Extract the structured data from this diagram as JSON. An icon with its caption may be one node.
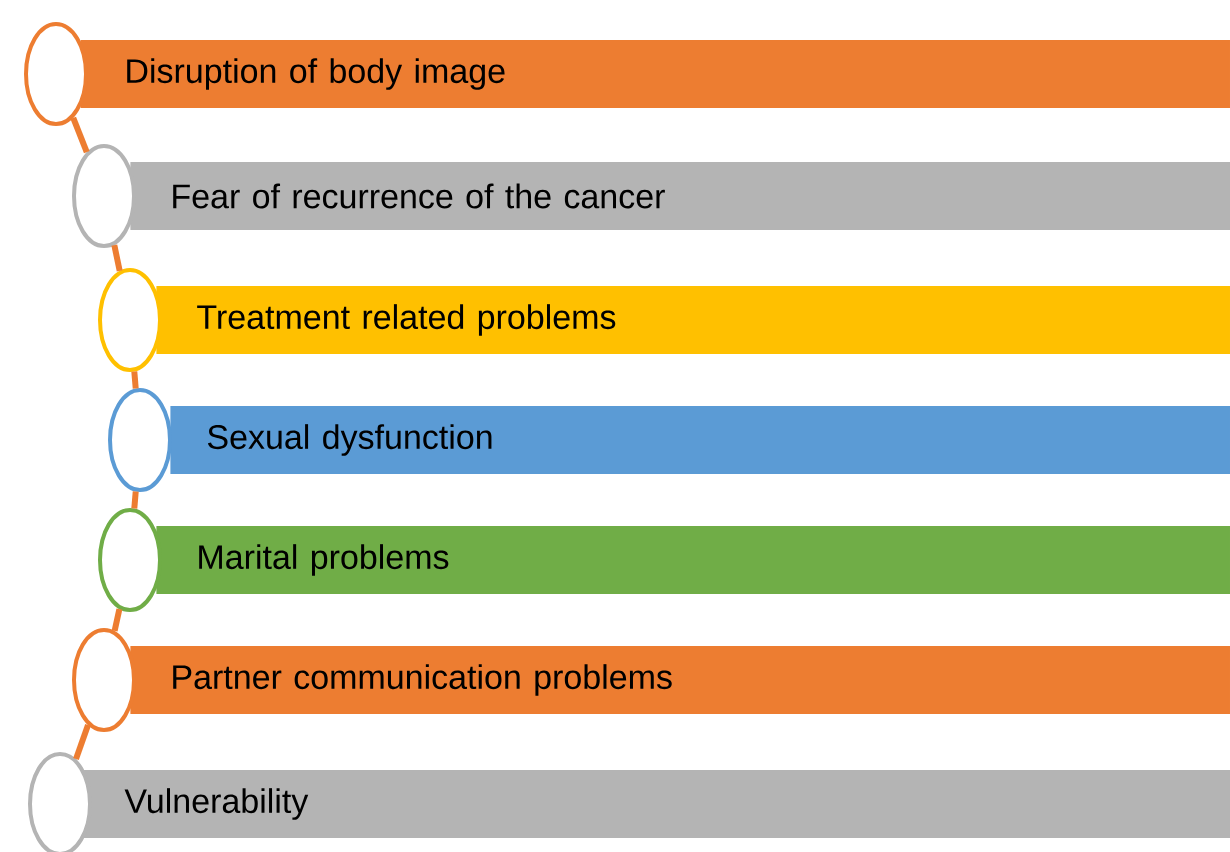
{
  "diagram": {
    "nodes": [
      {
        "text": [],
        "shape": "circle"
      },
      {
        "text": [
          "Disruption of body image"
        ]
      },
      {
        "text": [],
        "shape": "circle"
      },
      {
        "text": [
          "Fear of recurrence of the cancer"
        ]
      },
      {
        "text": [],
        "shape": "circle"
      },
      {
        "text": [
          "Treatment related problems"
        ]
      },
      {
        "text": [],
        "shape": "circle"
      },
      {
        "text": [
          "Sexual dysfunction"
        ]
      },
      {
        "text": [],
        "shape": "circle"
      },
      {
        "text": [
          "Marital problems"
        ]
      },
      {
        "text": [],
        "shape": "circle"
      },
      {
        "text": [
          "Partner communication problems"
        ]
      },
      {
        "text": [],
        "shape": "circle"
      },
      {
        "text": [
          "Vulnerability"
        ]
      }
    ],
    "edges": [
      {
        "from": 0,
        "to": 2,
        "arrow": "none"
      },
      {
        "from": 2,
        "to": 4,
        "arrow": "none"
      },
      {
        "from": 4,
        "to": 6,
        "arrow": "none"
      },
      {
        "from": 6,
        "to": 8,
        "arrow": "none"
      },
      {
        "from": 8,
        "to": 10,
        "arrow": "none"
      },
      {
        "from": 10,
        "to": 12,
        "arrow": "none"
      }
    ]
  }
}
